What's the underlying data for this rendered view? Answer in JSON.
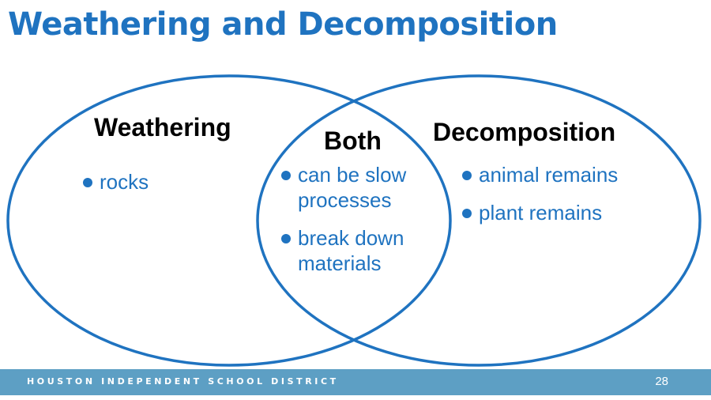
{
  "slide": {
    "title": "Weathering and Decomposition"
  },
  "venn": {
    "left": {
      "heading": "Weathering",
      "items": [
        "rocks"
      ]
    },
    "overlap": {
      "heading": "Both",
      "items": [
        "can be slow processes",
        "break down materials"
      ]
    },
    "right": {
      "heading": "Decomposition",
      "items": [
        "animal remains",
        "plant remains"
      ]
    }
  },
  "footer": {
    "organization": "HOUSTON INDEPENDENT SCHOOL DISTRICT",
    "page_number": "28"
  },
  "colors": {
    "accent_blue": "#1f73c0",
    "footer_bar": "#5d9fc4",
    "heading_text": "#000000"
  }
}
